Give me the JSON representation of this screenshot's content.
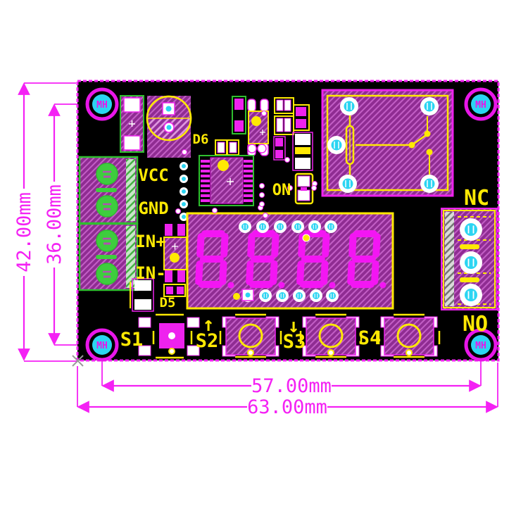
{
  "image_type": "pcb-dimension-diagram",
  "colors": {
    "background": "#ffffff",
    "board": "#000000",
    "dimension_magenta": "#F421F4",
    "copper_magenta": "#EE22EE",
    "component_purple": "#8F2C92",
    "silkscreen_yellow": "#FFE903",
    "terminal_green": "#3ECD3E",
    "hole_cyan": "#2BD5F2",
    "pad_white": "#ffffff",
    "segment_magenta": "#F316F3"
  },
  "dimensions": {
    "height_outer": "42.00mm",
    "height_inner": "36.00mm",
    "width_inner": "57.00mm",
    "width_outer": "63.00mm"
  },
  "silkscreen": {
    "mh": "MH",
    "vcc": "VCC",
    "gnd": "GND",
    "in_plus": "IN+",
    "in_minus": "IN-",
    "nc": "NC",
    "no": "NO",
    "on": "ON",
    "d5": "D5",
    "d6": "D6",
    "s1": "S1",
    "s2": "S2",
    "s3": "S3",
    "s4": "S4",
    "s2_arrow": "↑",
    "s3_arrow": "↓"
  },
  "icons": {
    "mounting_hole": "cyan-circle-with-magenta-ring",
    "terminal_pad": "white-circle-with-cyan-mark",
    "origin_marker": "x-cross"
  }
}
